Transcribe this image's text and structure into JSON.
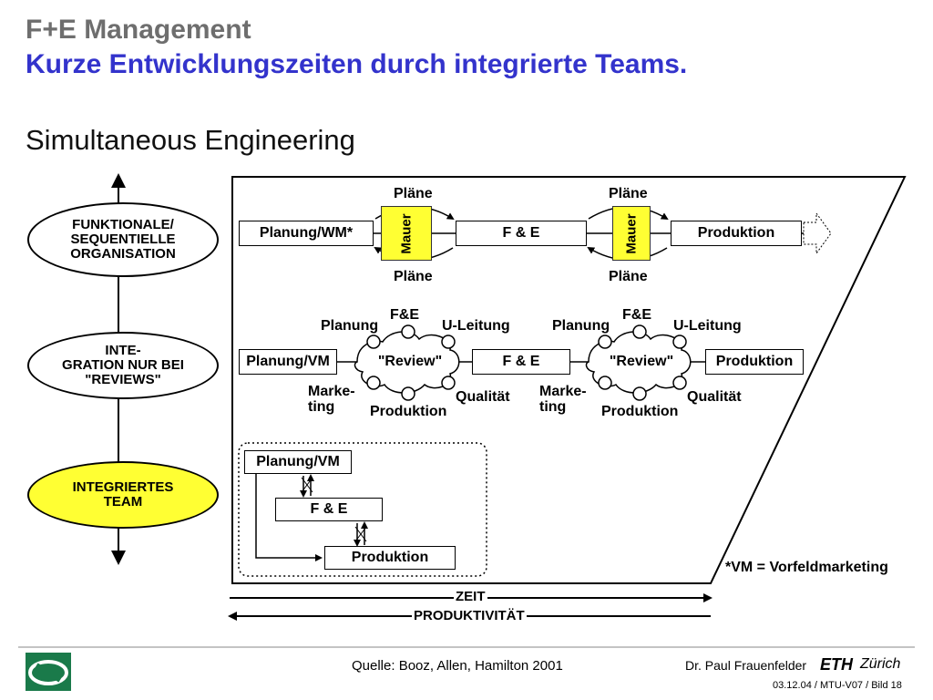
{
  "header": {
    "title": "F+E Management",
    "subtitle": "Kurze Entwicklungszeiten durch integrierte Teams.",
    "heading": "Simultaneous Engineering"
  },
  "left_axis": {
    "ellipse1": "FUNKTIONALE/\nSEQUENTIELLE\nORGANISATION",
    "ellipse2": "INTE-\nGRATION NUR BEI\n\"REVIEWS\"",
    "ellipse3": "INTEGRIERTES\nTEAM"
  },
  "row1": {
    "box1": "Planung/WM*",
    "box2": "F & E",
    "box3": "Produktion",
    "wall": "Mauer",
    "plans_top1": "Pläne",
    "plans_bottom1": "Pläne",
    "plans_top2": "Pläne",
    "plans_bottom2": "Pläne"
  },
  "row2": {
    "box1": "Planung/VM",
    "box2": "F & E",
    "box3": "Produktion",
    "review": "\"Review\"",
    "fe": "F&E",
    "planung": "Planung",
    "uleitung": "U-Leitung",
    "marketing": "Marke-\nting",
    "qualitaet": "Qualität",
    "produktion": "Produktion"
  },
  "row3": {
    "box1": "Planung/VM",
    "box2": "F & E",
    "box3": "Produktion"
  },
  "note": "*VM = Vorfeldmarketing",
  "arrows": {
    "zeit": "ZEIT",
    "produktivitaet": "PRODUKTIVITÄT"
  },
  "footer": {
    "source": "Quelle: Booz, Allen, Hamilton 2001",
    "author": "Dr. Paul Frauenfelder",
    "eth": "ETH",
    "zurich": "Zürich",
    "slide": "03.12.04 / MTU-V07 / Bild 18"
  },
  "colors": {
    "title_gray": "#6e6e6e",
    "title_blue": "#3333cc",
    "highlight_yellow": "#ffff33",
    "logo_green": "#1a7a4a"
  }
}
